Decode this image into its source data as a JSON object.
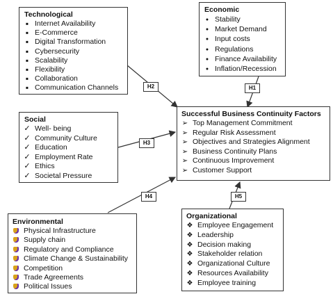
{
  "technological": {
    "title": "Technological",
    "items": [
      "Internet Availability",
      "E-Commerce",
      "Digital Transformation",
      "Cybersecurity",
      "Scalability",
      "Flexibility",
      "Collaboration",
      "Communication Channels"
    ]
  },
  "economic": {
    "title": "Economic",
    "items": [
      "Stability",
      "Market Demand",
      "Input costs",
      "Regulations",
      "Finance Availability",
      "Inflation/Recession"
    ]
  },
  "social": {
    "title": "Social",
    "items": [
      "Well- being",
      "Community Culture",
      "Education",
      "Employment Rate",
      "Ethics",
      "Societal Pressure"
    ]
  },
  "success": {
    "title": "Successful Business Continuity Factors",
    "items": [
      "Top Management Commitment",
      "Regular Risk Assessment",
      "Objectives and Strategies Alignment",
      "Business Continuity Plans",
      "Continuous Improvement",
      "Customer Support"
    ]
  },
  "environmental": {
    "title": "Environmental",
    "items": [
      "Physical Infrastructure",
      "Supply chain",
      "Regulatory and Compliance",
      "Climate Change & Sustainability",
      "Competition",
      "Trade Agreements",
      "Political Issues"
    ]
  },
  "organizational": {
    "title": "Organizational",
    "items": [
      "Employee Engagement",
      "Leadership",
      "Decision making",
      "Stakeholder relation",
      "Organizational Culture",
      "Resources Availability",
      "Employee training"
    ]
  },
  "hypotheses": {
    "h1": "H1",
    "h2": "H2",
    "h3": "H3",
    "h4": "H4",
    "h5": "H5"
  },
  "colors": {
    "border": "#333333",
    "text": "#111111",
    "bullet_accent": "#d9a21b"
  }
}
